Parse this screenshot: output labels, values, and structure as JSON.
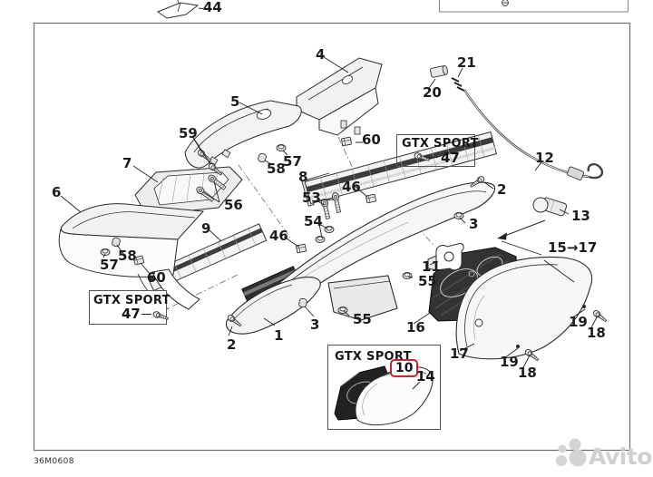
{
  "frame": {
    "code": "36M0608",
    "watermark_text": "Avito"
  },
  "colors": {
    "line": "#2b2b2b",
    "highlight_red": "#c8242c",
    "watermark_gray": "#d0d0d0"
  },
  "boxes": {
    "gtx_mid": {
      "title": "GTX SPORT",
      "part_label": "47"
    },
    "gtx_left": {
      "title": "GTX SPORT",
      "part_label": "47"
    },
    "gtx_bottom": {
      "title": "GTX SPORT",
      "highlighted_part": "10",
      "adjacent_part": "14"
    }
  },
  "callouts": [
    {
      "part": "44"
    },
    {
      "part": "4"
    },
    {
      "part": "21"
    },
    {
      "part": "20"
    },
    {
      "part": "12"
    },
    {
      "part": "59"
    },
    {
      "part": "60"
    },
    {
      "part": "5"
    },
    {
      "part": "7"
    },
    {
      "part": "58"
    },
    {
      "part": "57"
    },
    {
      "part": "8"
    },
    {
      "part": "53"
    },
    {
      "part": "46"
    },
    {
      "part": "54"
    },
    {
      "part": "46"
    },
    {
      "part": "2"
    },
    {
      "part": "6"
    },
    {
      "part": "13"
    },
    {
      "part": "9"
    },
    {
      "part": "3"
    },
    {
      "part": "15→17"
    },
    {
      "part": "56"
    },
    {
      "part": "58"
    },
    {
      "part": "57"
    },
    {
      "part": "60"
    },
    {
      "part": "11"
    },
    {
      "part": "55"
    },
    {
      "part": "16"
    },
    {
      "part": "55"
    },
    {
      "part": "3"
    },
    {
      "part": "1"
    },
    {
      "part": "2"
    },
    {
      "part": "17"
    },
    {
      "part": "19"
    },
    {
      "part": "18"
    },
    {
      "part": "19"
    },
    {
      "part": "18"
    }
  ]
}
